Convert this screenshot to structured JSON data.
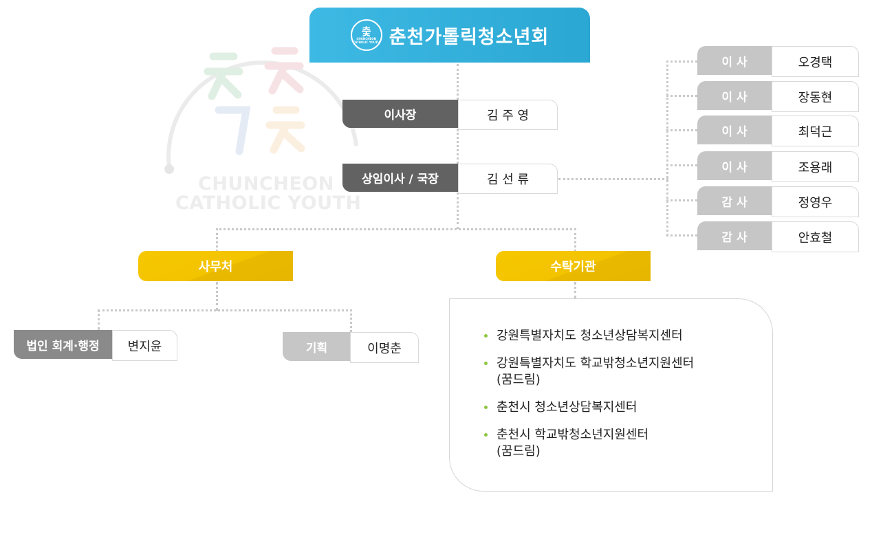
{
  "watermark": {
    "line1": "CHUNCHEON",
    "line2": "CATHOLIC YOUTH"
  },
  "header": {
    "title": "춘천가톨릭청소년회",
    "logo_mark": "춫",
    "logo_small1": "CHUNCHEON",
    "logo_small2": "CATHOLIC YOUTH"
  },
  "chairman": {
    "role": "이사장",
    "name": "김 주 영"
  },
  "director": {
    "role": "상임이사 / 국장",
    "name": "김 선 류"
  },
  "board": [
    {
      "role": "이 사",
      "name": "오경택"
    },
    {
      "role": "이 사",
      "name": "장동현"
    },
    {
      "role": "이 사",
      "name": "최덕근"
    },
    {
      "role": "이 사",
      "name": "조용래"
    },
    {
      "role": "감 사",
      "name": "정영우"
    },
    {
      "role": "감 사",
      "name": "안효철"
    }
  ],
  "office": {
    "label": "사무처",
    "staff": [
      {
        "role": "법인 회계·행정",
        "name": "변지윤"
      },
      {
        "role": "기획",
        "name": "이명춘"
      }
    ]
  },
  "agency": {
    "label": "수탁기관",
    "items": [
      {
        "line1": "강원특별자치도 청소년상담복지센터",
        "line2": ""
      },
      {
        "line1": "강원특별자치도 학교밖청소년지원센터",
        "line2": "(꿈드림)"
      },
      {
        "line1": "춘천시 청소년상담복지센터",
        "line2": ""
      },
      {
        "line1": "춘천시 학교밖청소년지원센터",
        "line2": "(꿈드림)"
      }
    ]
  },
  "colors": {
    "header": "#2ba7d3",
    "yellow": "#f3c300",
    "dark_role": "#626262",
    "light_role": "#c6c6c6",
    "bullet": "#8cc63f"
  }
}
